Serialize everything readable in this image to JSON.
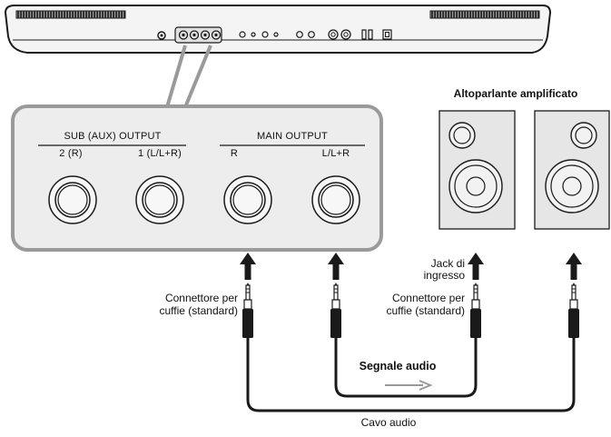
{
  "panel": {
    "sub_group_label": "SUB (AUX)  OUTPUT",
    "main_group_label": "MAIN  OUTPUT",
    "jacks": [
      {
        "name": "jack-sub-2",
        "label": "2 (R)"
      },
      {
        "name": "jack-sub-1",
        "label": "1 (L/L+R)"
      },
      {
        "name": "jack-main-r",
        "label": "R"
      },
      {
        "name": "jack-main-l",
        "label": "L/L+R"
      }
    ]
  },
  "speaker_title": "Altoparlante amplificato",
  "labels": {
    "input_jack": [
      "Jack di",
      "ingresso"
    ],
    "headphone_left": [
      "Connettore per",
      "cuffie (standard)"
    ],
    "headphone_right": [
      "Connettore per",
      "cuffie (standard)"
    ],
    "audio_signal": "Segnale audio",
    "audio_cable": "Cavo audio"
  },
  "colors": {
    "line": "#1a1a1a",
    "panel_fill": "#ededed",
    "callout": "#9a9a9a",
    "speaker_fill": "#e6e6e6",
    "arrow_signal": "#9a9a9a"
  }
}
